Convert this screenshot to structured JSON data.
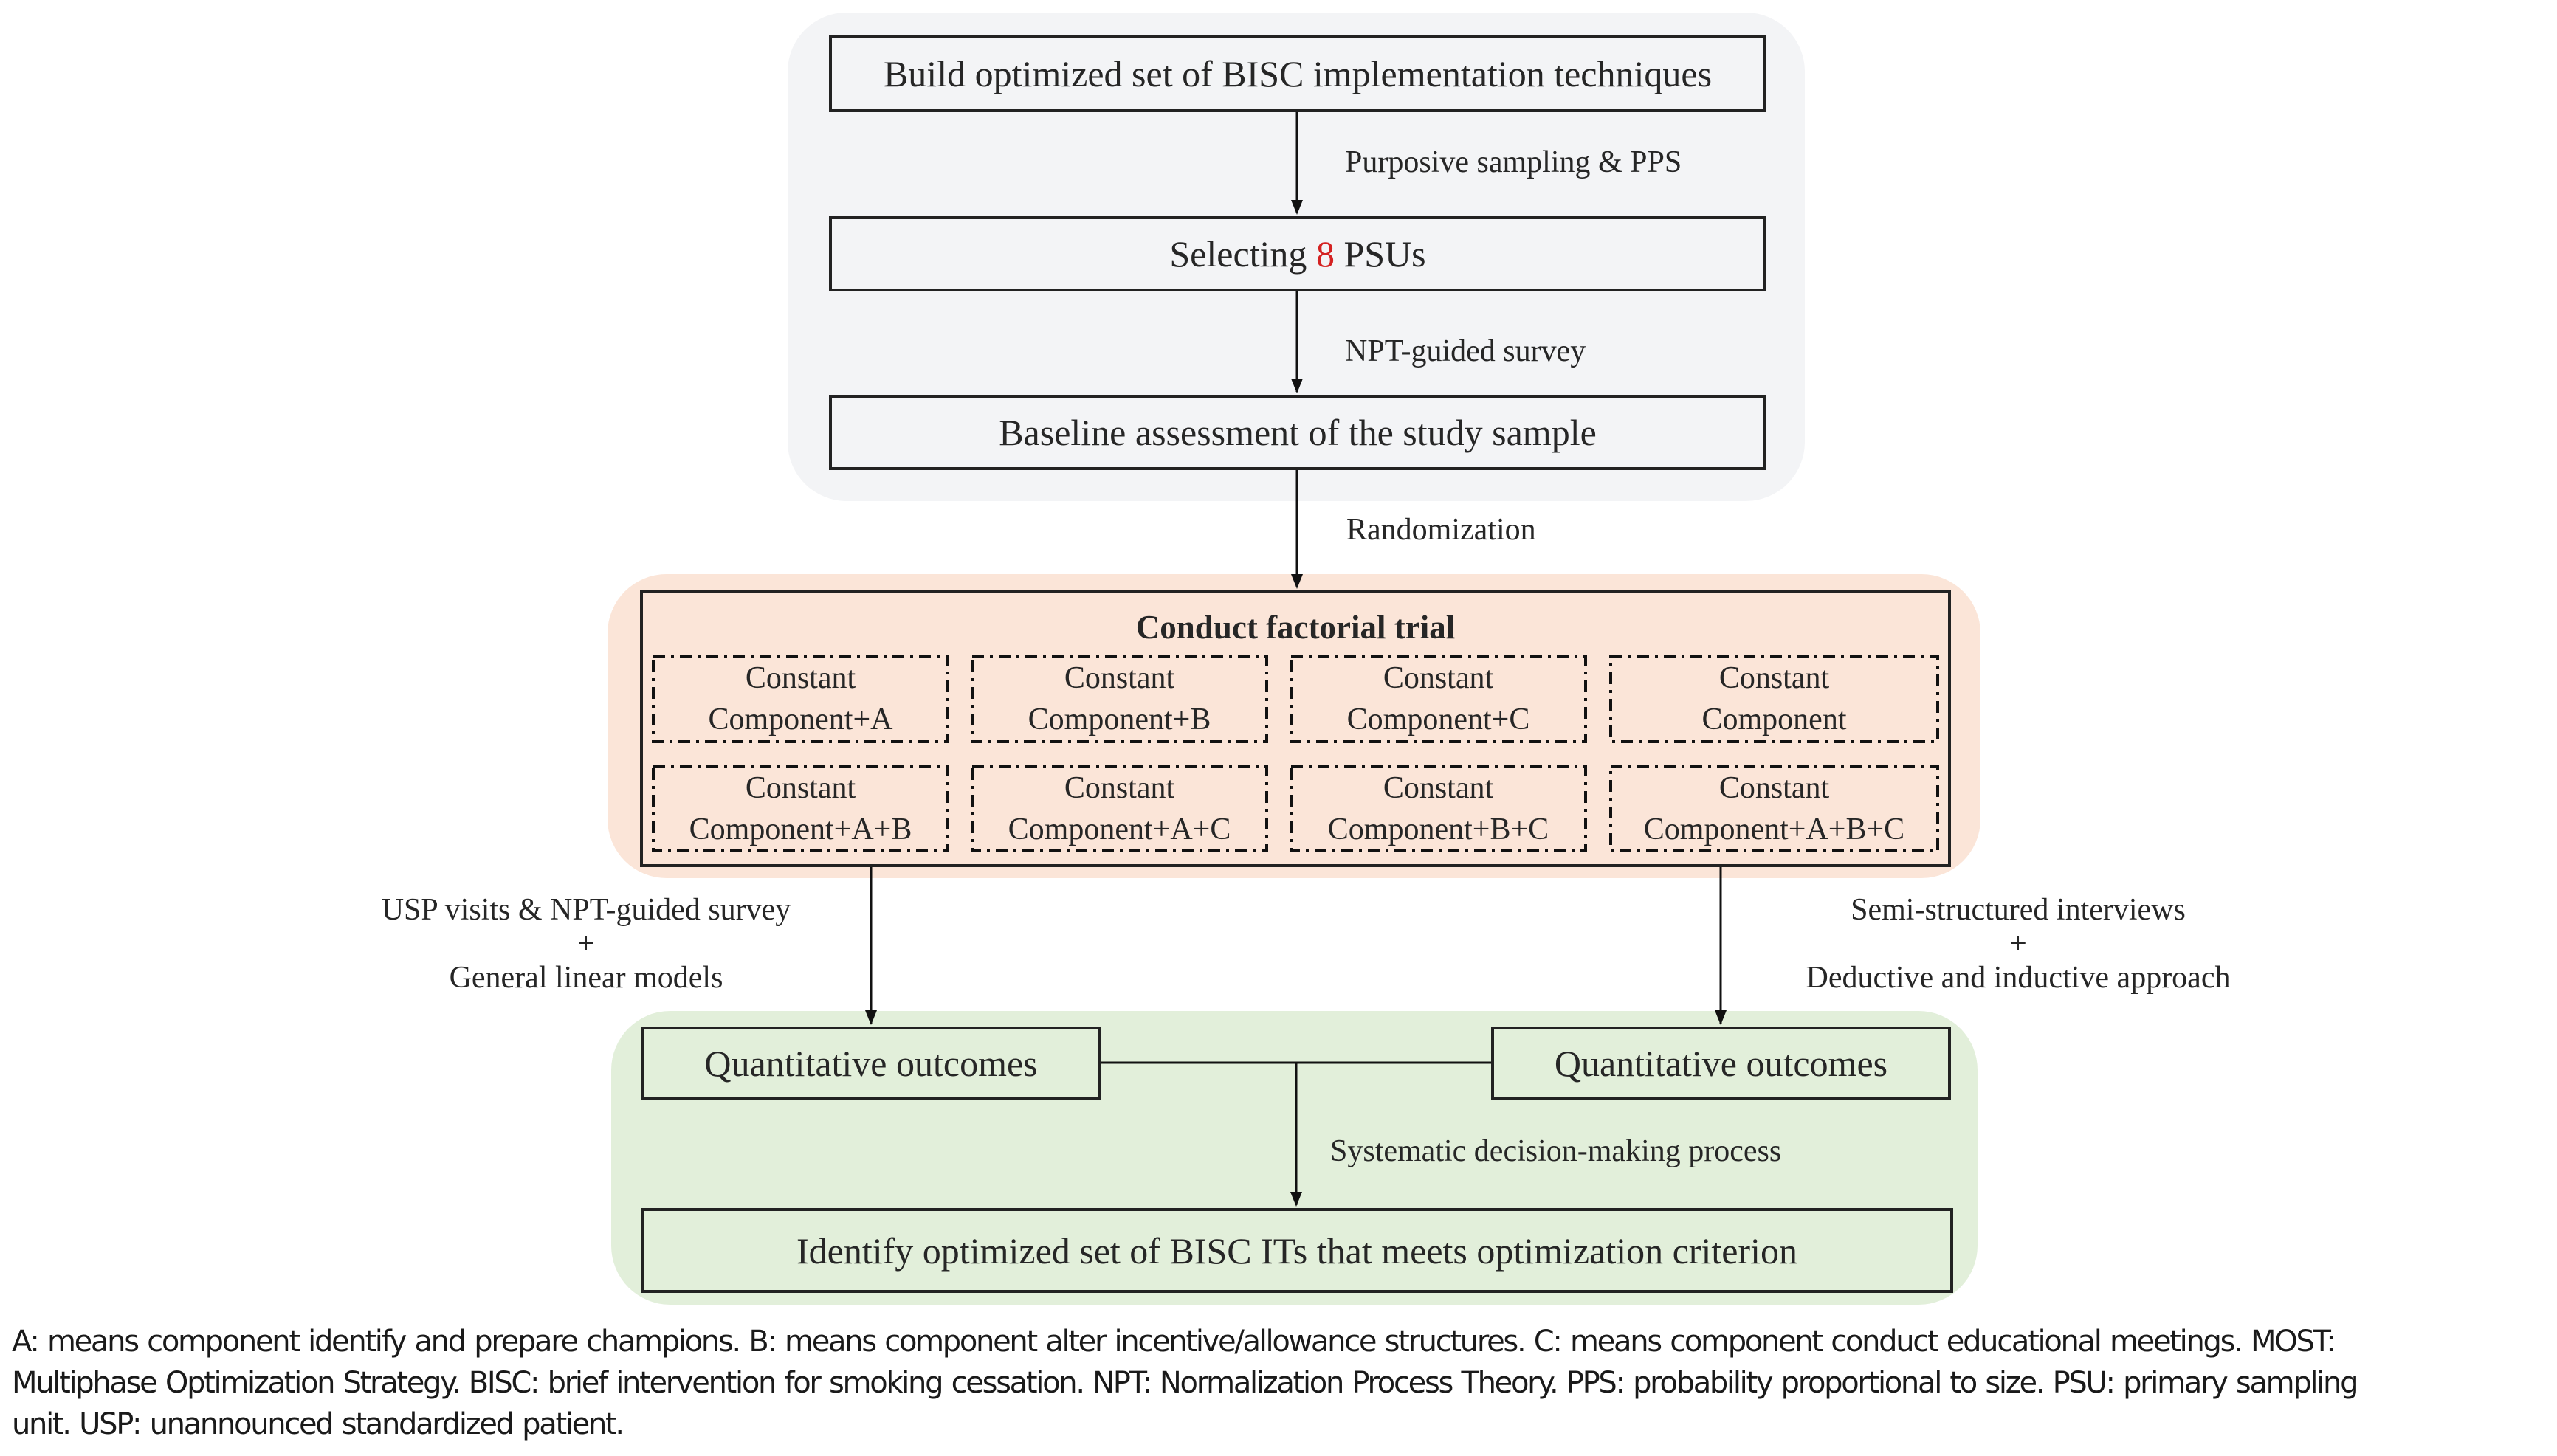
{
  "diagram": {
    "stage1": {
      "build_box": "Build optimized set of BISC implementation techniques",
      "arrow1_label": "Purposive sampling & PPS",
      "select_box": {
        "prefix": "Selecting ",
        "number": "8",
        "suffix": " PSUs"
      },
      "arrow2_label": "NPT-guided survey",
      "baseline_box": "Baseline assessment of the study sample",
      "arrow3_label": "Randomization"
    },
    "stage2": {
      "title": "Conduct factorial trial",
      "conditions": [
        {
          "line1": "Constant",
          "line2": "Component+A"
        },
        {
          "line1": "Constant",
          "line2": "Component+B"
        },
        {
          "line1": "Constant",
          "line2": "Component+C"
        },
        {
          "line1": "Constant",
          "line2": "Component"
        },
        {
          "line1": "Constant",
          "line2": "Component+A+B"
        },
        {
          "line1": "Constant",
          "line2": "Component+A+C"
        },
        {
          "line1": "Constant",
          "line2": "Component+B+C"
        },
        {
          "line1": "Constant",
          "line2": "Component+A+B+C"
        }
      ],
      "left_branch_label": {
        "line1": "USP visits & NPT-guided survey",
        "line2": "+",
        "line3": "General linear models"
      },
      "right_branch_label": {
        "line1": "Semi-structured interviews",
        "line2": "+",
        "line3": "Deductive and inductive approach"
      }
    },
    "stage3": {
      "left_outcome_box": "Quantitative outcomes",
      "right_outcome_box": "Quantitative outcomes",
      "decision_label": "Systematic decision-making process",
      "final_box": "Identify optimized set of BISC ITs that meets optimization criterion"
    },
    "colors": {
      "prepare_panel": "#f3f4f6",
      "optimize_panel": "#fbe5d8",
      "evaluate_panel": "#e2efda",
      "highlight_number": "#d42222"
    }
  },
  "caption": {
    "line1": "A: means component identify and prepare champions. B: means component alter incentive/allowance structures. C: means component conduct educational meetings. MOST:",
    "line2": "Multiphase Optimization Strategy. BISC: brief intervention for smoking cessation. NPT: Normalization Process Theory. PPS: probability proportional to size. PSU: primary sampling",
    "line3": "unit. USP: unannounced standardized patient."
  }
}
